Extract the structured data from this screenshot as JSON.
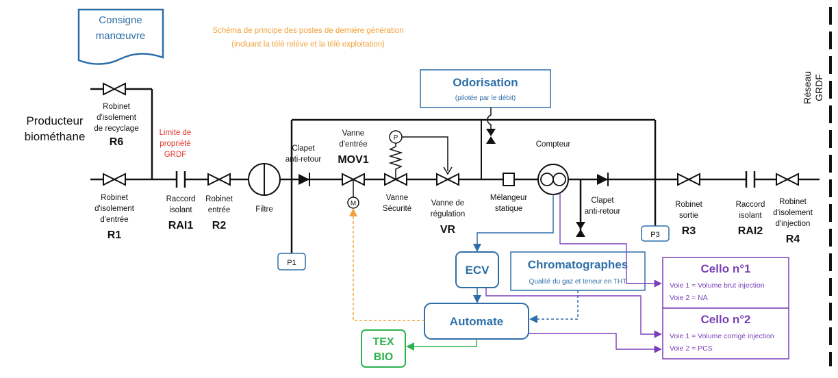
{
  "title": {
    "line1": "Schéma de principe des postes de dernière génération",
    "line2": "(incluant la télé relève et la télé exploitation)"
  },
  "consigne": {
    "line1": "Consigne",
    "line2": "manœuvre"
  },
  "producteur": {
    "line1": "Producteur",
    "line2": "biométhane"
  },
  "reseau": {
    "line1": "Réseau",
    "line2": "GRDF"
  },
  "limite": {
    "line1": "Limite de",
    "line2": "propriété",
    "line3": "GRDF"
  },
  "r6": {
    "line1": "Robinet",
    "line2": "d'isolement",
    "line3": "de recyclage",
    "code": "R6"
  },
  "r1": {
    "line1": "Robinet",
    "line2": "d'isolement",
    "line3": "d'entrée",
    "code": "R1"
  },
  "rai1": {
    "line1": "Raccord",
    "line2": "isolant",
    "code": "RAI1"
  },
  "r2": {
    "line1": "Robinet",
    "line2": "entrée",
    "code": "R2"
  },
  "filtre": {
    "label": "Filtre"
  },
  "clapet1": {
    "line1": "Clapet",
    "line2": "anti-retour"
  },
  "mov1": {
    "line1": "Vanne",
    "line2": "d'entrée",
    "code": "MOV1",
    "motor": "M"
  },
  "securite": {
    "line1": "Vanne",
    "line2": "Sécurité",
    "pilot": "P"
  },
  "vr": {
    "line1": "Vanne de",
    "line2": "régulation",
    "code": "VR"
  },
  "melangeur": {
    "line1": "Mélangeur",
    "line2": "statique"
  },
  "compteur": {
    "label": "Compteur"
  },
  "clapet2": {
    "line1": "Clapet",
    "line2": "anti-retour"
  },
  "r3": {
    "line1": "Robinet",
    "line2": "sortie",
    "code": "R3"
  },
  "rai2": {
    "line1": "Raccord",
    "line2": "isolant",
    "code": "RAI2"
  },
  "r4": {
    "line1": "Robinet",
    "line2": "d'isolement",
    "line3": "d'injection",
    "code": "R4"
  },
  "p1": "P1",
  "p3": "P3",
  "odorisation": {
    "title": "Odorisation",
    "subtitle": "(pilotée par le débit)"
  },
  "ecv": "ECV",
  "chromato": {
    "title": "Chromatographes",
    "subtitle": "Qualité du gaz et teneur en THT"
  },
  "automate": "Automate",
  "tex": {
    "line1": "TEX",
    "line2": "BIO"
  },
  "cello1": {
    "title": "Cello n°1",
    "voie1": "Voie 1 = Volume brut injection",
    "voie2": "Voie 2 = NA"
  },
  "cello2": {
    "title": "Cello n°2",
    "voie1": "Voie 1 = Volume corrigé injection",
    "voie2": "Voie 2 = PCS"
  },
  "colors": {
    "pipe": "#111111",
    "box_border": "#2e6ea8",
    "box_text": "#2e6ea8",
    "purple": "#7a3fb8",
    "orange": "#f2a23a",
    "red": "#e03a2f",
    "green": "#2bb24c"
  }
}
